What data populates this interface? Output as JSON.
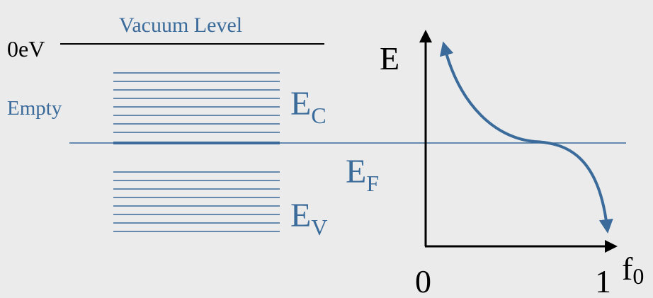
{
  "colors": {
    "background": "#ebebeb",
    "band": "#3a6b9a",
    "text_blue": "#3a6b9a",
    "text_black": "#000000"
  },
  "labels": {
    "zero_ev": "0eV",
    "vacuum_level": "Vacuum Level",
    "empty": "Empty",
    "ec_main": "E",
    "ec_sub": "C",
    "ef_main": "E",
    "ef_sub": "F",
    "ev_main": "E",
    "ev_sub": "V",
    "e_axis": "E",
    "f_axis_main": "f",
    "f_axis_sub": "0",
    "tick_zero": "0",
    "tick_one": "1"
  },
  "bands": {
    "conduction_line_count": 8,
    "valence_line_count": 8
  }
}
